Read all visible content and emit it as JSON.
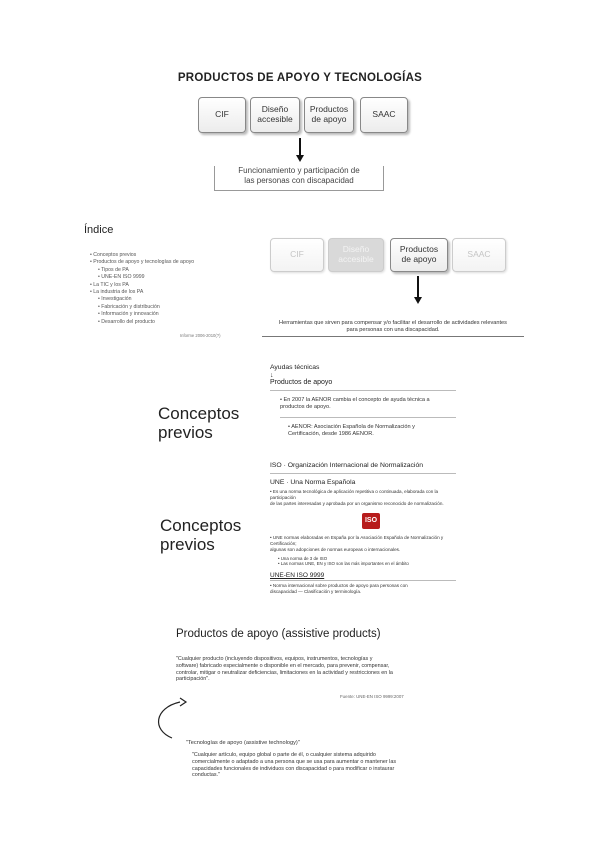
{
  "slide1": {
    "title": "PRODUCTOS DE APOYO Y TECNOLOGÍAS",
    "boxes": [
      "CIF",
      "Diseño\naccesible",
      "Productos\nde apoyo",
      "SAAC"
    ],
    "result": "Funcionamiento y participación de\nlas personas con discapacidad"
  },
  "index": {
    "title": "Índice",
    "items": [
      {
        "text": "• Conceptos previos",
        "level": 1
      },
      {
        "text": "• Productos de apoyo y tecnologías de apoyo",
        "level": 1
      },
      {
        "text": "• Tipos de PA",
        "level": 2
      },
      {
        "text": "• UNE-EN ISO 9999",
        "level": 2
      },
      {
        "text": "• La TIC y los PA",
        "level": 1
      },
      {
        "text": "• La industria de los PA",
        "level": 1
      },
      {
        "text": "• Investigación",
        "level": 2
      },
      {
        "text": "• Fabricación y distribución",
        "level": 2
      },
      {
        "text": "• Información y innovación",
        "level": 2
      },
      {
        "text": "• Desarrollo del producto",
        "level": 2
      }
    ],
    "side_note": "Informe 2006-2010(?)",
    "boxes": [
      "CIF",
      "Diseño\naccesible",
      "Productos\nde apoyo",
      "SAAC"
    ],
    "description": "Herramientas que sirven para compensar y/o facilitar el desarrollo de actividades relevantes\npara personas con una discapacidad."
  },
  "conceptos1": {
    "heading": "Conceptos\nprevios",
    "ayudas": "Ayudas técnicas",
    "arrow": "↓",
    "productos": "Productos de apoyo",
    "bullet1": "• En 2007 la AENOR cambia el concepto de ayuda técnica a\n  productos de apoyo.",
    "bullet2": "• AENOR: Asociación Española de Normalización y\n  Certificación, desde 1986 AENOR."
  },
  "conceptos2": {
    "heading": "Conceptos\nprevios",
    "iso": "ISO · Organización Internacional de Normalización",
    "une": "UNE · Una Norma Española",
    "une_body": "• Es una norma tecnológica de aplicación repetitiva o continuada, elaborada con la participación\n  de las partes interesadas y aprobada por un organismo reconocido de normalización.",
    "logo": "ISO",
    "body2": "• UNE normas elaboradas en España por la Asociación Española de Normalización y Certificación;\n  algunas son adopciones de normas europeas o internacionales.",
    "sub1": "• Una norma de 3 de ISO",
    "sub2": "• Las normas UNE, EN y ISO son las más importantes en el ámbito",
    "std": "UNE-EN ISO 9999",
    "std_body": "• Norma internacional sobre productos de apoyo para personas con\n  discapacidad — Clasificación y terminología."
  },
  "productos": {
    "title": "Productos de apoyo (assistive products)",
    "quote1": "\"Cualquier producto (incluyendo dispositivos, equipos, instrumentos, tecnologías y\nsoftware) fabricado especialmente o disponible en el mercado, para prevenir, compensar,\ncontrolar, mitigar o neutralizar deficiencias, limitaciones en la actividad y restricciones en la\nparticipación\".",
    "source": "Fuente: UNE-EN ISO 9999:2007",
    "quote2_head": "\"Tecnologías de apoyo (assistive technology)\"",
    "quote2": "\"Cualquier artículo, equipo global o parte de él, o cualquier sistema adquirido\ncomercialmente o adaptado a una persona que se usa para aumentar o mantener las\ncapacidades funcionales de individuos con discapacidad o para modificar o instaurar\nconductas.\""
  }
}
